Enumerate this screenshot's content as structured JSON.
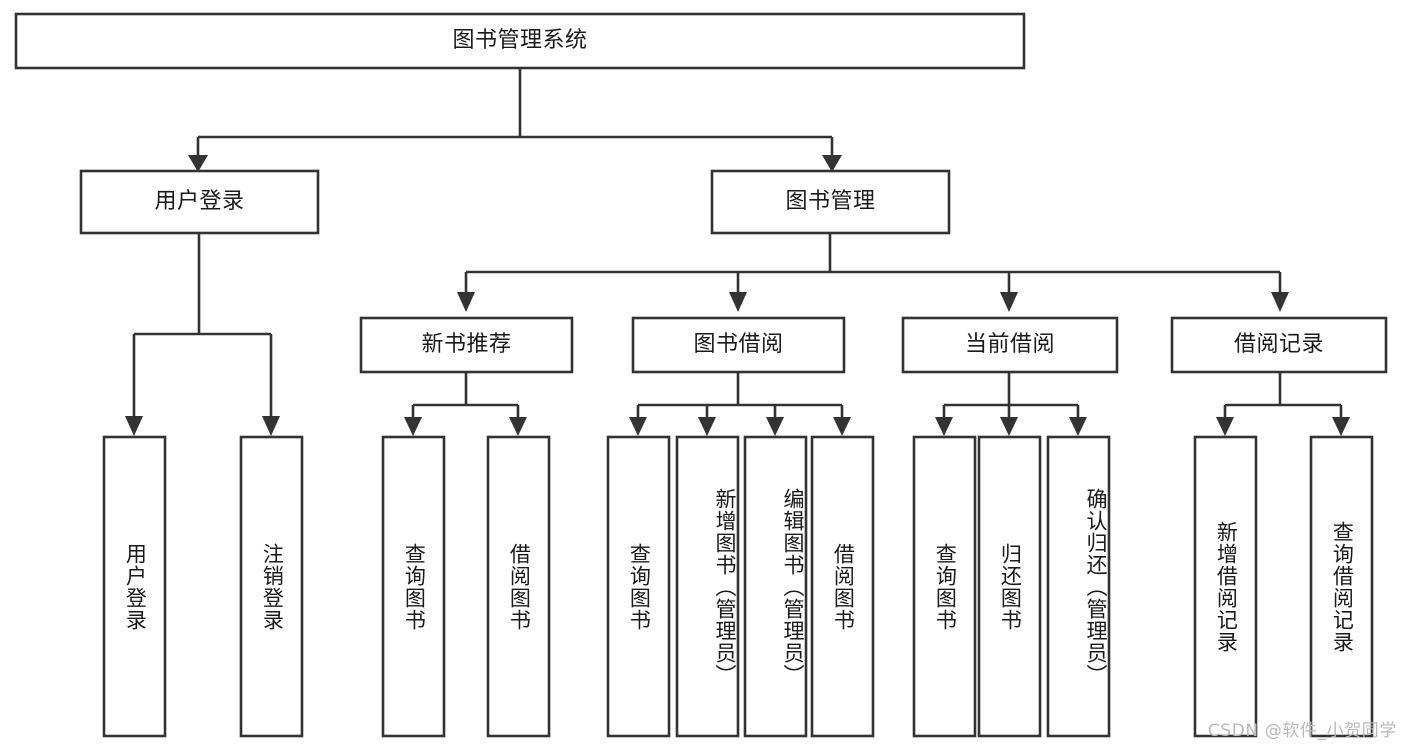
{
  "diagram": {
    "title": "图书管理系统",
    "type": "tree-hierarchy-chart",
    "watermark": "CSDN @软件_小贺同学",
    "colors": {
      "box_stroke": "#333333",
      "box_fill": "#ffffff",
      "text": "#1a1a1a",
      "watermark": "#b9b9b9",
      "background": "#ffffff"
    },
    "levels": {
      "root": {
        "label": "图书管理系统"
      },
      "level2": [
        {
          "id": "user-login",
          "label": "用户登录"
        },
        {
          "id": "book-management",
          "label": "图书管理"
        }
      ],
      "level3": [
        {
          "id": "new-book-recommend",
          "label": "新书推荐"
        },
        {
          "id": "book-borrow",
          "label": "图书借阅"
        },
        {
          "id": "current-borrow",
          "label": "当前借阅"
        },
        {
          "id": "borrow-record",
          "label": "借阅记录"
        }
      ],
      "leaves": {
        "user_login": [
          {
            "id": "leaf-user-login",
            "label": "用户登录"
          },
          {
            "id": "leaf-logout-login",
            "label": "注销登录"
          }
        ],
        "new_book_recommend": [
          {
            "id": "leaf-query-book-1",
            "label": "查询图书"
          },
          {
            "id": "leaf-borrow-book-1",
            "label": "借阅图书"
          }
        ],
        "book_borrow": [
          {
            "id": "leaf-query-book-2",
            "label": "查询图书"
          },
          {
            "id": "leaf-add-book-admin",
            "label": "新增图书（管理员）"
          },
          {
            "id": "leaf-edit-book-admin",
            "label": "编辑图书（管理员）"
          },
          {
            "id": "leaf-borrow-book-2",
            "label": "借阅图书"
          }
        ],
        "current_borrow": [
          {
            "id": "leaf-query-book-3",
            "label": "查询图书"
          },
          {
            "id": "leaf-return-book",
            "label": "归还图书"
          },
          {
            "id": "leaf-confirm-return-admin",
            "label": "确认归还（管理员）"
          }
        ],
        "borrow_record": [
          {
            "id": "leaf-add-borrow-record",
            "label": "新增借阅记录"
          },
          {
            "id": "leaf-query-borrow-record",
            "label": "查询借阅记录"
          }
        ]
      }
    }
  }
}
